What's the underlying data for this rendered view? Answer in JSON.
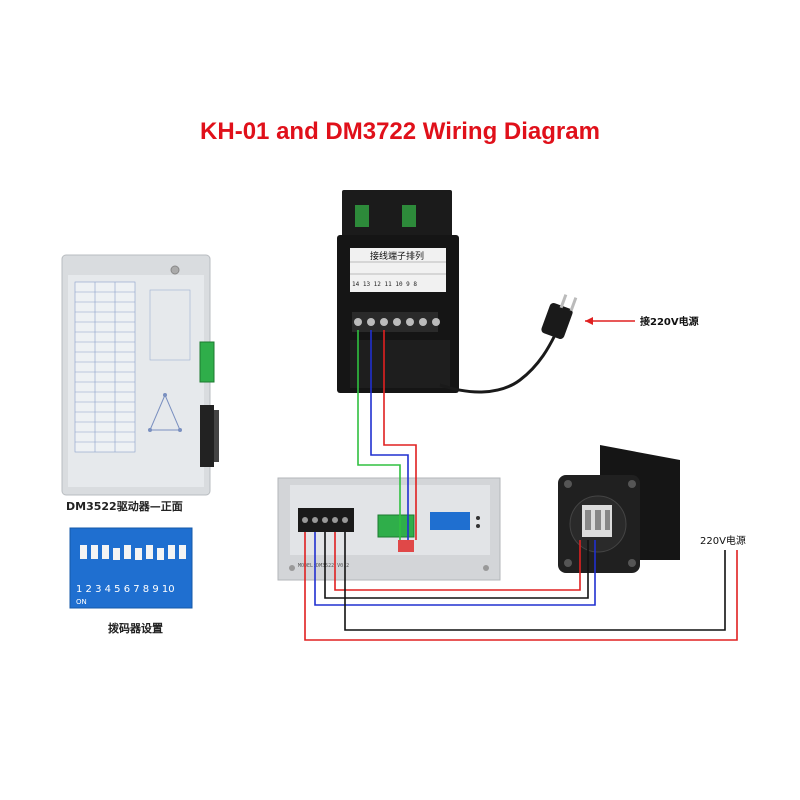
{
  "title": "KH-01 and DM3722 Wiring Diagram",
  "driver_caption": "DM3522驱动器—正面",
  "dip_caption": "拨码器设置",
  "dip_on_label": "ON",
  "dip_numbers": [
    "1",
    "2",
    "3",
    "4",
    "5",
    "6",
    "7",
    "8",
    "9",
    "10"
  ],
  "controller_window_title": "接线端子排列",
  "controller_terminals": [
    "14",
    "13",
    "12",
    "11",
    "10",
    "9",
    "8"
  ],
  "plug_label": "接220V电源",
  "motor_power_label": "220V电源",
  "driver_model_text": "MODEL:DM3522 V0.2",
  "colors": {
    "title": "#e0101a",
    "wire_red": "#e02020",
    "wire_blue": "#2030d0",
    "wire_green": "#30c040",
    "wire_black": "#111111"
  }
}
